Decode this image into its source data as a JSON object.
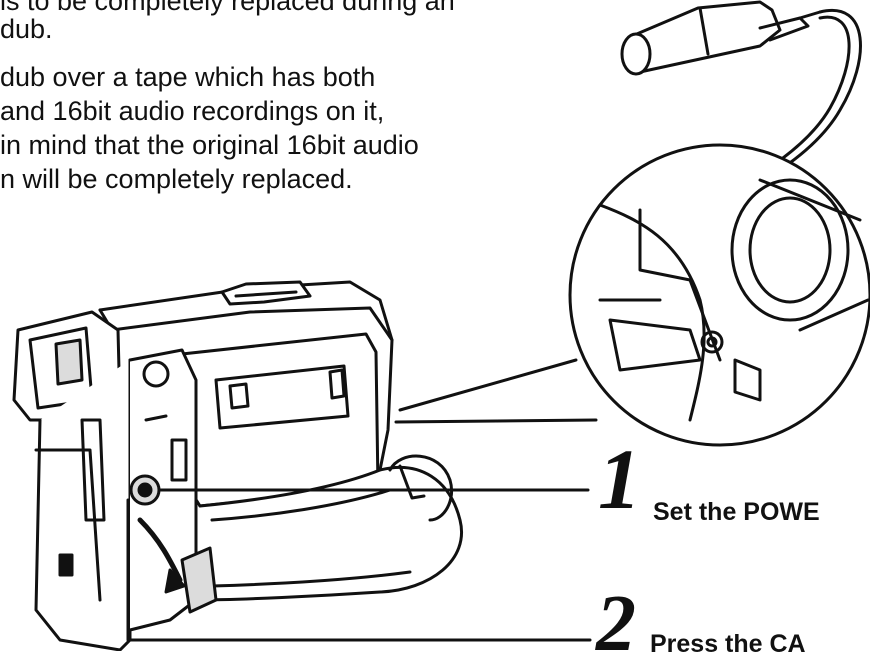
{
  "paragraph": {
    "lines": [
      "is to be completely replaced during an",
      "dub.",
      "dub over a tape which has both",
      "and 16bit audio recordings on it,",
      "in mind that the original 16bit audio",
      "n will be completely replaced."
    ]
  },
  "steps": [
    {
      "number": "1",
      "text": "Set the POWE"
    },
    {
      "number": "2",
      "text": "Press the CA"
    }
  ],
  "illustration": {
    "subject": "camcorder",
    "callout": "magnified-dv-terminal-with-plug"
  },
  "colors": {
    "ink": "#111111",
    "paper": "#ffffff",
    "fill_gray": "#dcdcdc"
  }
}
